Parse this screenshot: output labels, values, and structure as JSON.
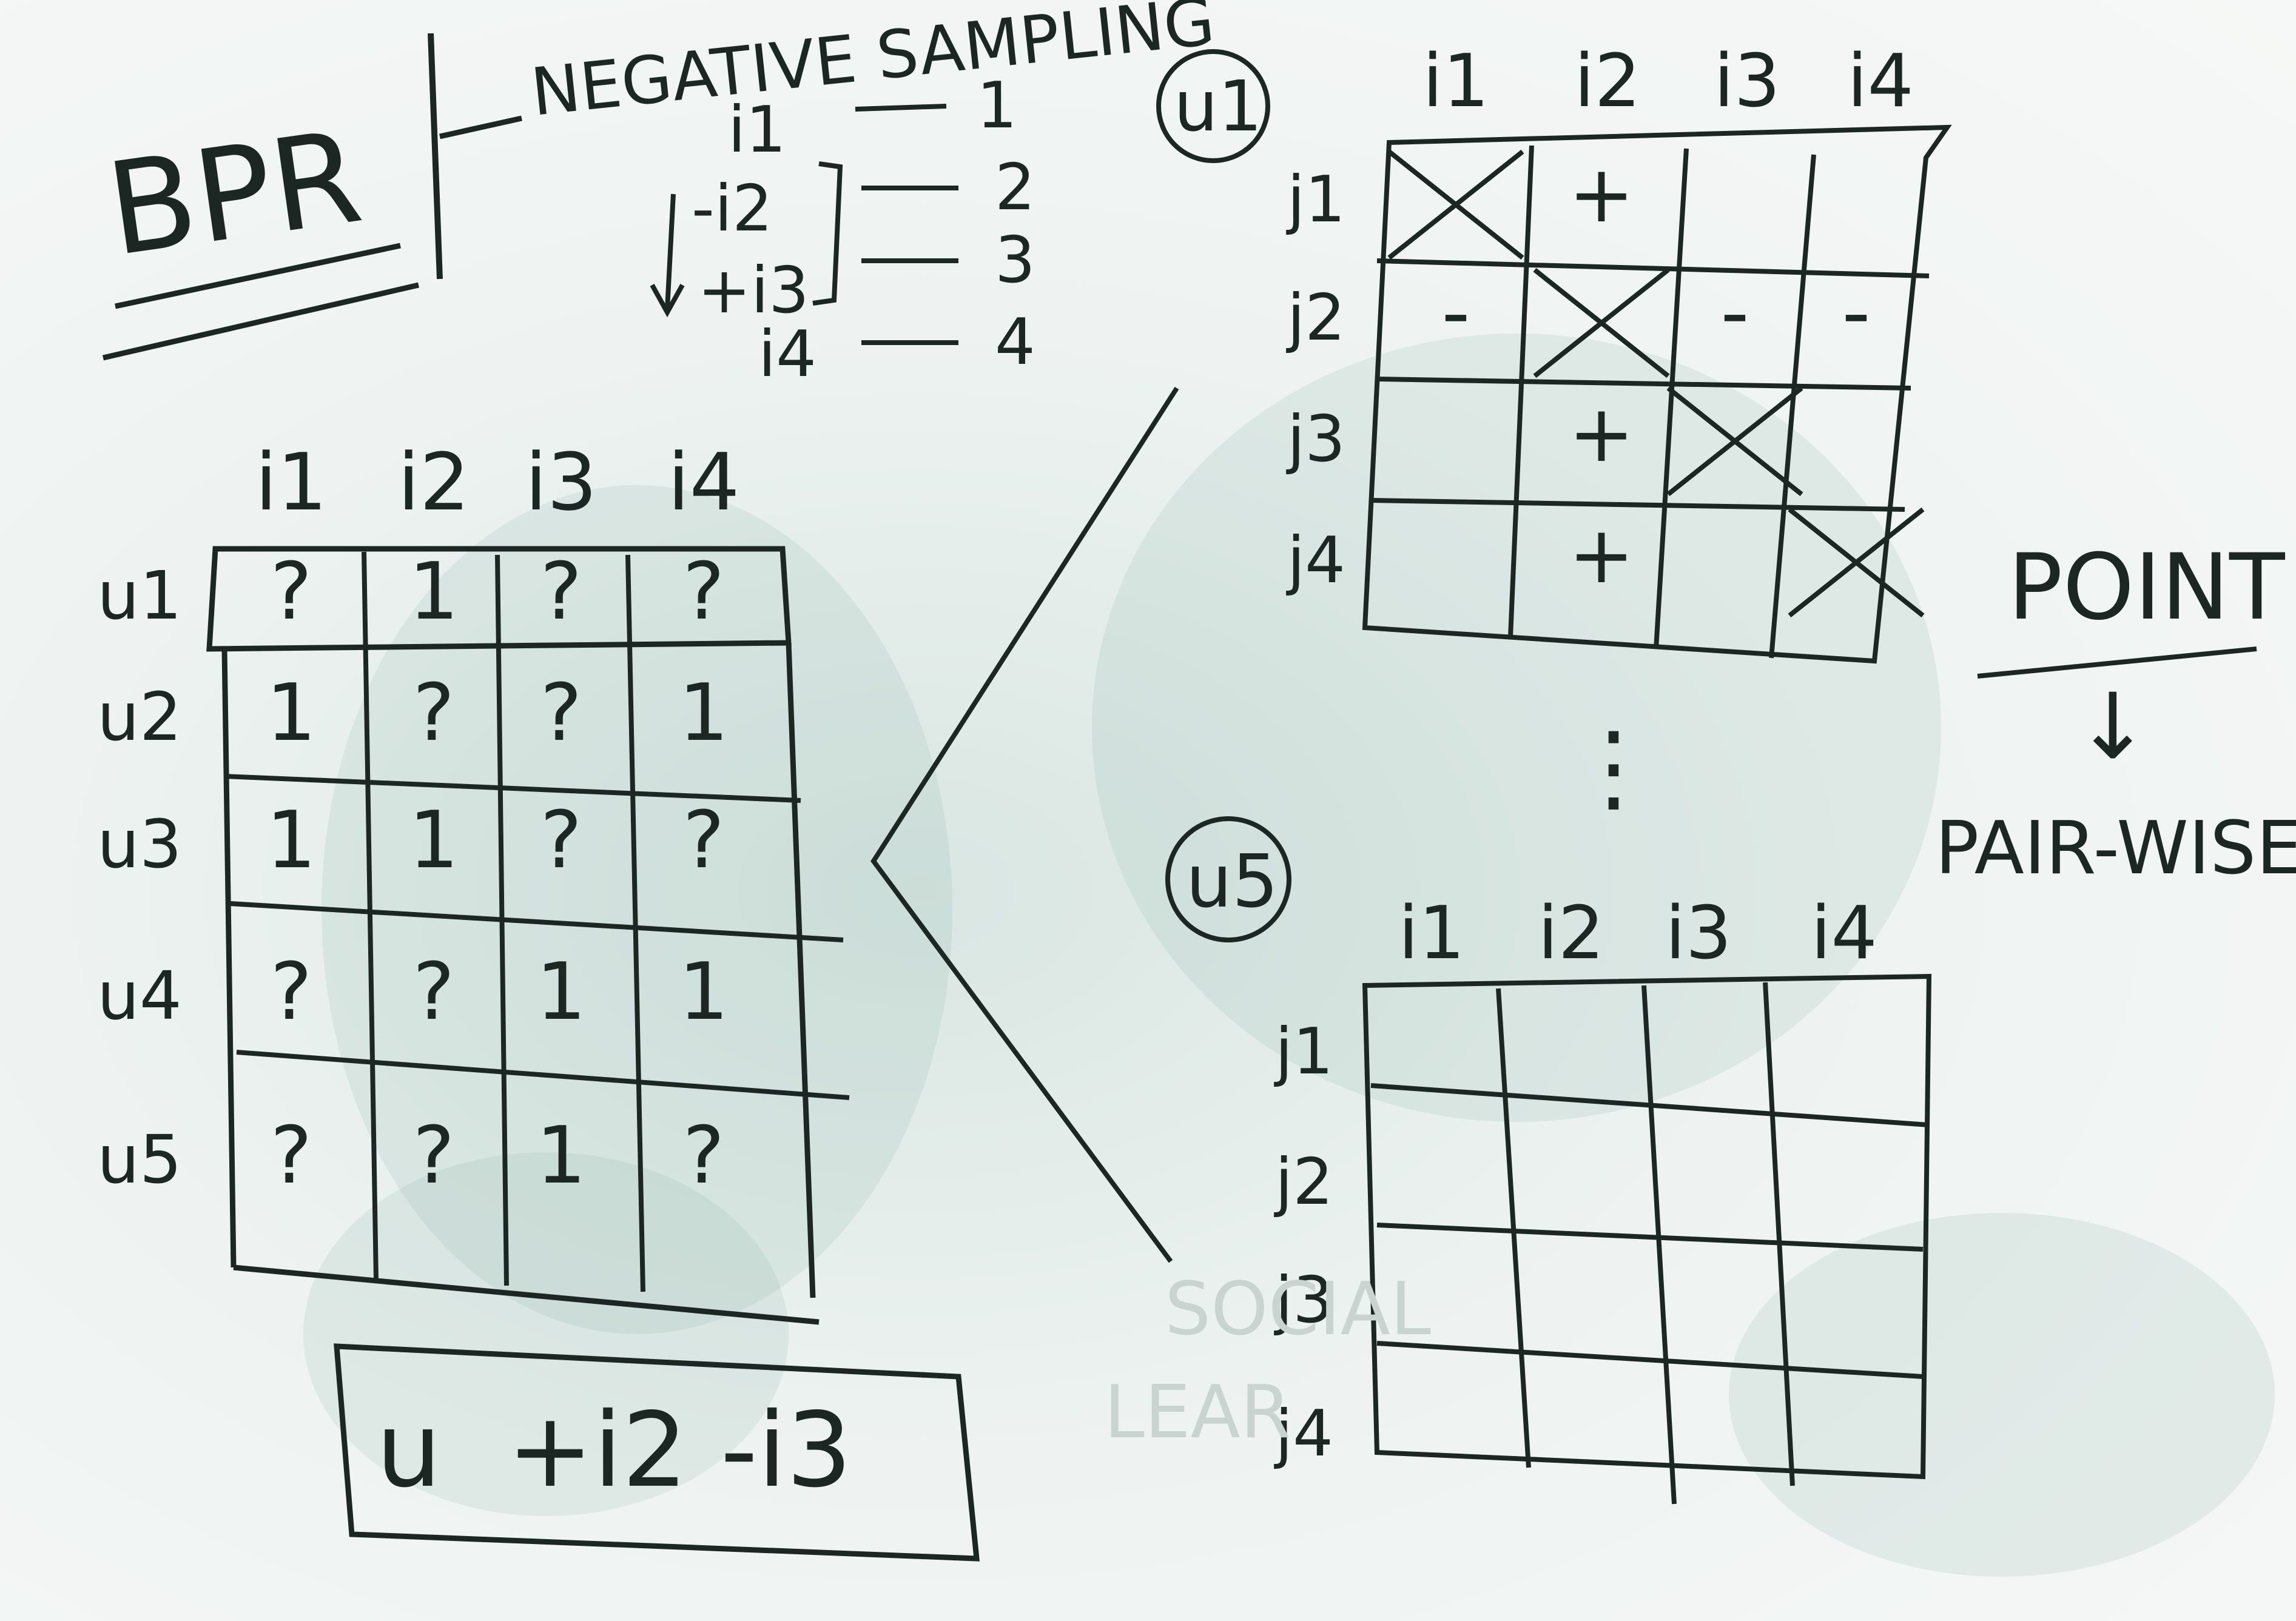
{
  "title": "BPR",
  "sampling": {
    "heading": "NEGATIVE SAMPLING",
    "items": [
      {
        "item": "i1",
        "rank": "1"
      },
      {
        "item": "-i2",
        "rank": "2"
      },
      {
        "item": "+i3",
        "rank": "3"
      },
      {
        "item": "i4",
        "rank": "4"
      }
    ]
  },
  "matrix": {
    "items": [
      "i1",
      "i2",
      "i3",
      "i4"
    ],
    "users": [
      "u1",
      "u2",
      "u3",
      "u4",
      "u5"
    ],
    "rows": [
      [
        "?",
        "1",
        "?",
        "?"
      ],
      [
        "1",
        "?",
        "?",
        "1"
      ],
      [
        "1",
        "1",
        "?",
        "?"
      ],
      [
        "?",
        "?",
        "1",
        "1"
      ],
      [
        "?",
        "?",
        "1",
        "?"
      ]
    ]
  },
  "triple": "u  +i2 -i3",
  "pairwise_u1": {
    "user": "u1",
    "cols": [
      "i1",
      "i2",
      "i3",
      "i4"
    ],
    "rows": [
      "j1",
      "j2",
      "j3",
      "j4"
    ],
    "cells": [
      [
        "x",
        "+",
        "",
        ""
      ],
      [
        "-",
        "x",
        "-",
        "-"
      ],
      [
        "",
        "+",
        "x",
        ""
      ],
      [
        "",
        "+",
        "",
        "x"
      ]
    ]
  },
  "pairwise_u5": {
    "user": "u5",
    "cols": [
      "i1",
      "i2",
      "i3",
      "i4"
    ],
    "rows": [
      "j1",
      "j2",
      "j3",
      "j4"
    ]
  },
  "transition": {
    "from": "POINT",
    "arrow": "↓",
    "to": "PAIR-WISE"
  },
  "ghost_text": [
    "SOCIAL",
    "LEAR"
  ],
  "ellipsis": "⋮",
  "colors": {
    "ink": "#1c2622",
    "board": "#eef3f1",
    "smudge": "#8fb8ae"
  }
}
